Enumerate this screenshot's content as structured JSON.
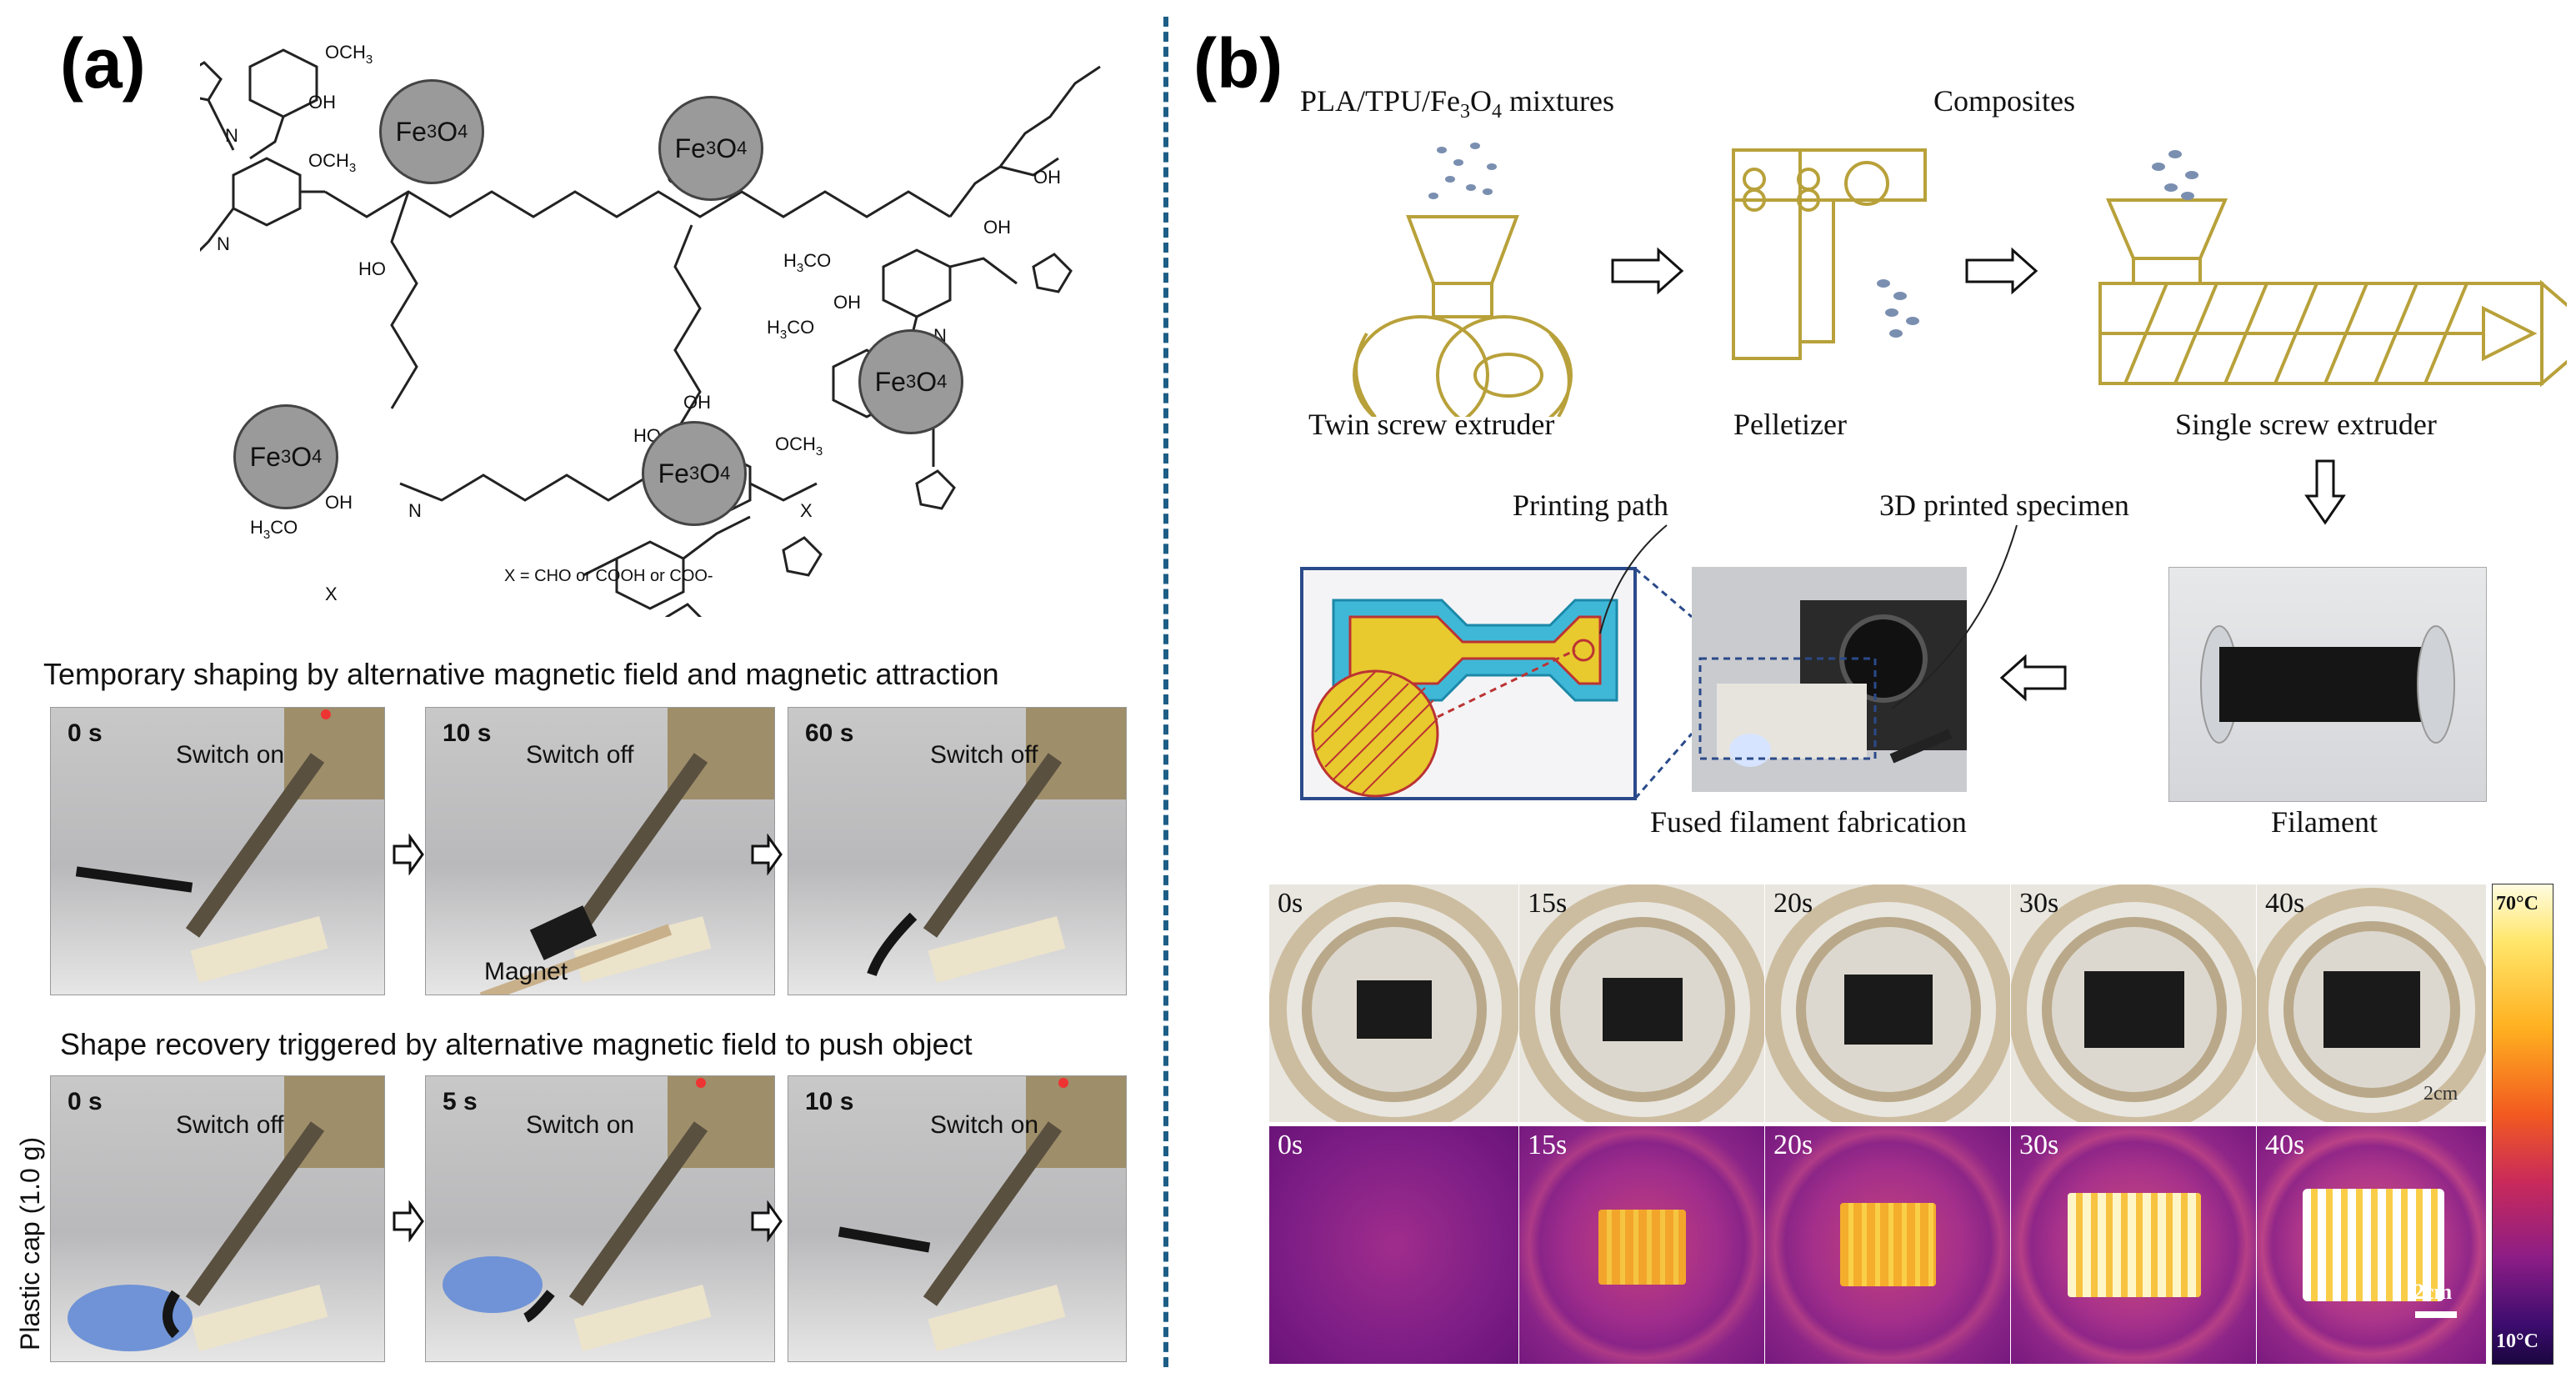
{
  "panel_a": {
    "label": "(a)",
    "fe_label": "Fe",
    "fe_sub": "3",
    "fe_tail": "O",
    "fe_sub2": "4",
    "substituent_note": "X = CHO or COOH or COO-",
    "chem": {
      "och3": "OCH",
      "three": "3",
      "h3co": "H",
      "co": "CO",
      "oh": "OH",
      "ho": "HO",
      "x": "X",
      "n": "N",
      "o": "O"
    },
    "section1_title": "Temporary shaping by alternative magnetic field and magnetic attraction",
    "section1_frames": [
      {
        "time": "0 s",
        "state": "Switch on"
      },
      {
        "time": "10 s",
        "state": "Switch off"
      },
      {
        "time": "60 s",
        "state": "Switch off"
      }
    ],
    "magnet_label": "Magnet",
    "section2_title": "Shape recovery triggered by alternative magnetic field to push object",
    "section2_frames": [
      {
        "time": "0 s",
        "state": "Switch off"
      },
      {
        "time": "5 s",
        "state": "Switch on"
      },
      {
        "time": "10 s",
        "state": "Switch on"
      }
    ],
    "side_label": "Plastic cap (1.0 g)"
  },
  "panel_b": {
    "label": "(b)",
    "mixtures_label": "PLA/TPU/Fe",
    "mixtures_sub": "3",
    "mixtures_mid": "O",
    "mixtures_sub2": "4",
    "mixtures_tail": " mixtures",
    "composites_label": "Composites",
    "twin_label": "Twin screw extruder",
    "pelletizer_label": "Pelletizer",
    "single_label": "Single screw extruder",
    "printing_path_label": "Printing path",
    "specimen_label": "3D printed specimen",
    "fff_label": "Fused filament fabrication",
    "filament_label": "Filament",
    "photo_times": [
      "0s",
      "15s",
      "20s",
      "30s",
      "40s"
    ],
    "thermal_times": [
      "0s",
      "15s",
      "20s",
      "30s",
      "40s"
    ],
    "photo_scale": "2cm",
    "thermal_scale": "2cm",
    "colorbar_max": "70°C",
    "colorbar_min": "10°C"
  }
}
